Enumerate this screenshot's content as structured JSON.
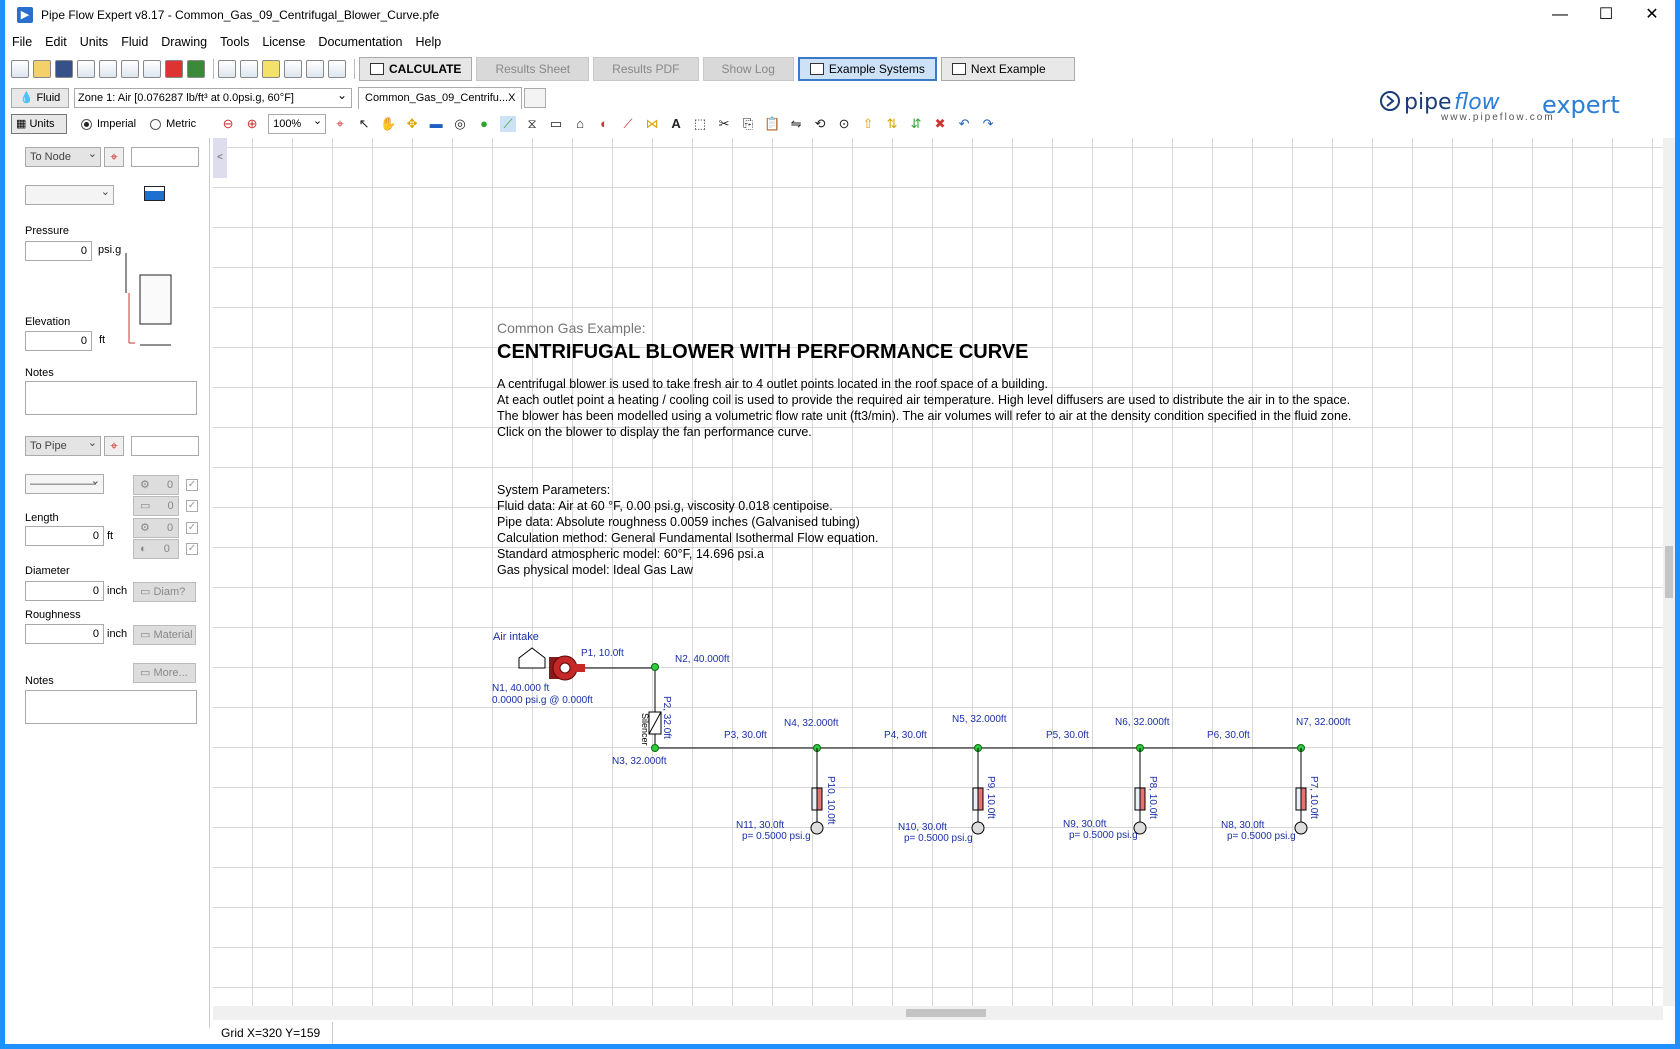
{
  "window": {
    "title": "Pipe Flow Expert v8.17 - Common_Gas_09_Centrifugal_Blower_Curve.pfe",
    "min": "—",
    "max": "☐",
    "close": "✕"
  },
  "menu": [
    "File",
    "Edit",
    "Units",
    "Fluid",
    "Drawing",
    "Tools",
    "License",
    "Documentation",
    "Help"
  ],
  "toolbar": {
    "calculate": "CALCULATE",
    "results_sheet": "Results Sheet",
    "results_pdf": "Results PDF",
    "show_log": "Show Log",
    "example_systems": "Example Systems",
    "next_example": "Next Example"
  },
  "fluid": {
    "button": "Fluid",
    "zone": "Zone 1: Air [0.076287 lb/ft³ at 0.0psi.g, 60°F]",
    "doc_tab": "Common_Gas_09_Centrifu...X"
  },
  "units": {
    "button": "Units",
    "imperial": "Imperial",
    "metric": "Metric",
    "selected": "Imperial",
    "zoom": "100%"
  },
  "logo": {
    "url": "www.pipeflow.com"
  },
  "panel": {
    "to_node": "To Node",
    "pressure_label": "Pressure",
    "pressure": "0",
    "pressure_unit": "psi.g",
    "elevation_label": "Elevation",
    "elevation": "0",
    "elevation_unit": "ft",
    "notes_label": "Notes",
    "to_pipe": "To Pipe",
    "fitting_vals": [
      "0",
      "0",
      "0",
      "0"
    ],
    "length_label": "Length",
    "length": "0",
    "length_unit": "ft",
    "diameter_label": "Diameter",
    "diameter": "0",
    "diameter_unit": "inch",
    "diam_btn": "Diam?",
    "roughness_label": "Roughness",
    "roughness": "0",
    "roughness_unit": "inch",
    "material_btn": "Material",
    "more_btn": "More...",
    "notes2_label": "Notes"
  },
  "doc": {
    "subtitle": "Common Gas Example:",
    "heading": "CENTRIFUGAL BLOWER WITH PERFORMANCE CURVE",
    "intro": [
      "A centrifugal blower is used to take fresh air to 4 outlet points located in the roof space of a building.",
      "At each outlet point a heating / cooling coil is used to provide the required air temperature. High level diffusers are used to distribute the air in to the space.",
      "The blower has been modelled using a volumetric flow rate unit (ft3/min). The air volumes will refer to air at the density condition specified in the fluid zone.",
      "Click on the blower to display the fan performance curve."
    ],
    "params": [
      "System Parameters:",
      "Fluid data: Air at 60 °F, 0.00 psi.g, viscosity 0.018 centipoise.",
      "Pipe data: Absolute roughness 0.0059 inches (Galvanised tubing)",
      "Calculation method: General Fundamental Isothermal Flow equation.",
      "Standard atmospheric model: 60°F, 14.696 psi.a",
      "Gas physical model: Ideal Gas Law"
    ]
  },
  "diagram": {
    "air_intake": "Air intake",
    "n1": "N1, 40.000 ft",
    "n1_p": "0.0000 psi.g @ 0.000ft",
    "p1": "P1, 10.0ft",
    "n2": "N2, 40.000ft",
    "p2": "P2, 32.0ft",
    "silencer": "Silencer",
    "n3": "N3, 32.000ft",
    "p3": "P3, 30.0ft",
    "p4": "P4, 30.0ft",
    "p5": "P5, 30.0ft",
    "p6": "P6, 30.0ft",
    "n4": "N4, 32.000ft",
    "n5": "N5, 32.000ft",
    "n6": "N6, 32.000ft",
    "n7": "N7, 32.000ft",
    "p10": "P10, 10.0ft",
    "p9": "P9, 10.0ft",
    "p8": "P8, 10.0ft",
    "p7": "P7, 10.0ft",
    "n11": "N11, 30.0ft",
    "n10": "N10, 30.0ft",
    "n9": "N9, 30.0ft",
    "n8": "N8, 30.0ft",
    "pe": "p= 0.5000 psi.g"
  },
  "status": {
    "grid": "Grid  X=320  Y=159"
  }
}
